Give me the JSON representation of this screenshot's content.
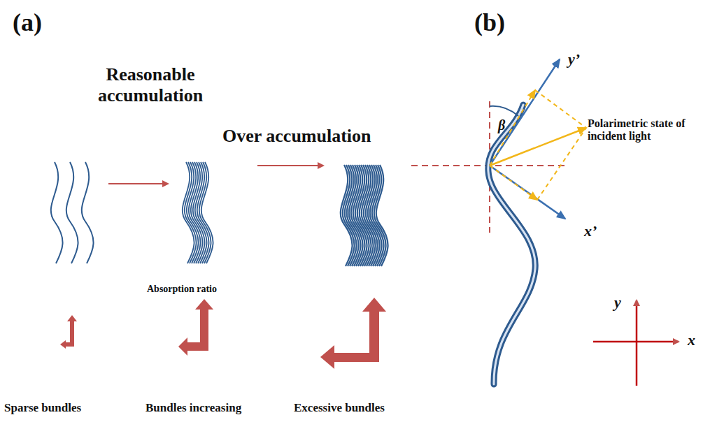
{
  "diagram": {
    "labels": [
      "(a)",
      "(b)",
      "Reasonable accumulation",
      "Over accumulation",
      "Absorption ratio",
      "Sparse bundles",
      "Bundles increasing",
      "Excessive bundles",
      "β",
      "y’",
      "x’",
      "Polarimetric state of incident light",
      "y",
      "x"
    ]
  }
}
